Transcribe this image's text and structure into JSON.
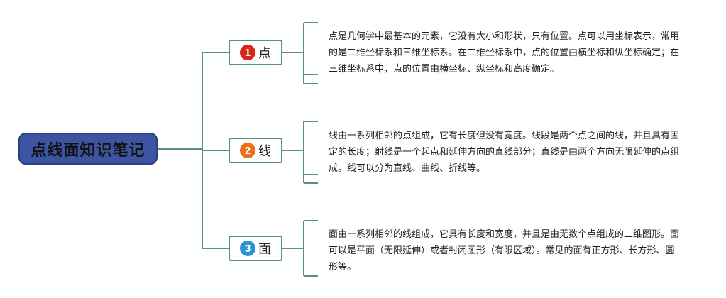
{
  "root": {
    "title": "点线面知识笔记"
  },
  "colors": {
    "root_fill": "#3d55a0",
    "connector": "#5b8f83",
    "badge_1": "#d9261c",
    "badge_2": "#e8711a",
    "badge_3": "#2a93d5"
  },
  "branches": [
    {
      "number": "1",
      "label": "点",
      "note": "点是几何学中最基本的元素，它没有大小和形状，只有位置。点可以用坐标表示，常用的是二维坐标系和三维坐标系。在二维坐标系中，点的位置由横坐标和纵坐标确定；在三维坐标系中，点的位置由横坐标、纵坐标和高度确定。"
    },
    {
      "number": "2",
      "label": "线",
      "note": "线由一系列相邻的点组成，它有长度但没有宽度。线段是两个点之间的线，并且具有固定的长度；射线是一个起点和延伸方向的直线部分；直线是由两个方向无限延伸的点组成。线可以分为直线、曲线、折线等。"
    },
    {
      "number": "3",
      "label": "面",
      "note": "面由一系列相邻的线组成，它具有长度和宽度，并且是由无数个点组成的二维图形。面可以是平面（无限延伸）或者封闭图形（有限区域）。常见的面有正方形、长方形、圆形等。"
    }
  ]
}
